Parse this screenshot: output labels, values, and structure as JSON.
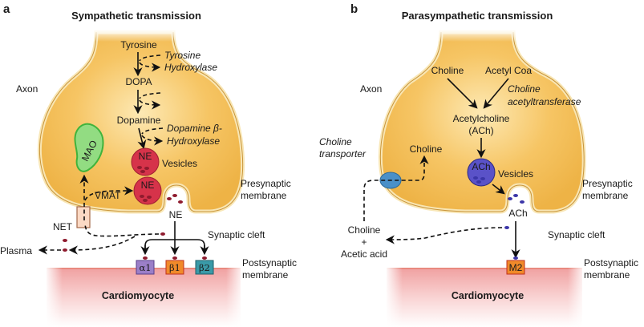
{
  "figure": {
    "panels": [
      {
        "letter": "a",
        "title": "Sympathetic transmission",
        "axon_label": "Axon",
        "synthesis": {
          "tyrosine": "Tyrosine",
          "enzyme1_line1": "Tyrosine",
          "enzyme1_line2": "Hydroxylase",
          "dopa": "DOPA",
          "dopamine": "Dopamine",
          "enzyme2_line1": "Dopamine β-",
          "enzyme2_line2": "Hydroxylase"
        },
        "vesicle_label": "NE",
        "vesicles_text": "Vesicles",
        "mao": "MAO",
        "vmat": "VMAT",
        "net": "NET",
        "cleft_ne": "NE",
        "plasma": "Plasma",
        "presynaptic_line1": "Presynaptic",
        "presynaptic_line2": "membrane",
        "synaptic_cleft": "Synaptic cleft",
        "postsynaptic_line1": "Postsynaptic",
        "postsynaptic_line2": "membrane",
        "cell": "Cardiomyocyte",
        "receptors": [
          {
            "label": "α1",
            "color": "#9b7fc8",
            "border": "#5a3f8a"
          },
          {
            "label": "β1",
            "color": "#f08a2a",
            "border": "#c0301c"
          },
          {
            "label": "β2",
            "color": "#3a9aa8",
            "border": "#1d5f6a"
          }
        ],
        "molecule_color": "#8f1b2e",
        "vesicle_color": "#d6334a"
      },
      {
        "letter": "b",
        "title": "Parasympathetic transmission",
        "axon_label": "Axon",
        "synthesis": {
          "choline": "Choline",
          "acetyl_coa": "Acetyl Coa",
          "enzyme_line1": "Choline",
          "enzyme_line2": "acetyltransferase",
          "ach_line1": "Acetylcholine",
          "ach_line2": "(ACh)"
        },
        "transporter_line1": "Choline",
        "transporter_line2": "transporter",
        "choline_inside": "Choline",
        "vesicle_label": "ACh",
        "vesicles_text": "Vesicles",
        "cleft_ach": "ACh",
        "breakdown_line1": "Choline",
        "breakdown_line2": "+",
        "breakdown_line3": "Acetic acid",
        "presynaptic_line1": "Presynaptic",
        "presynaptic_line2": "membrane",
        "synaptic_cleft": "Synaptic cleft",
        "postsynaptic_line1": "Postsynaptic",
        "postsynaptic_line2": "membrane",
        "cell": "Cardiomyocyte",
        "receptors": [
          {
            "label": "M2",
            "color": "#f08a2a",
            "border": "#c0301c"
          }
        ],
        "molecule_color": "#3b36a8",
        "vesicle_color": "#5a52c8",
        "transporter_color": "#4a90c8"
      }
    ]
  }
}
